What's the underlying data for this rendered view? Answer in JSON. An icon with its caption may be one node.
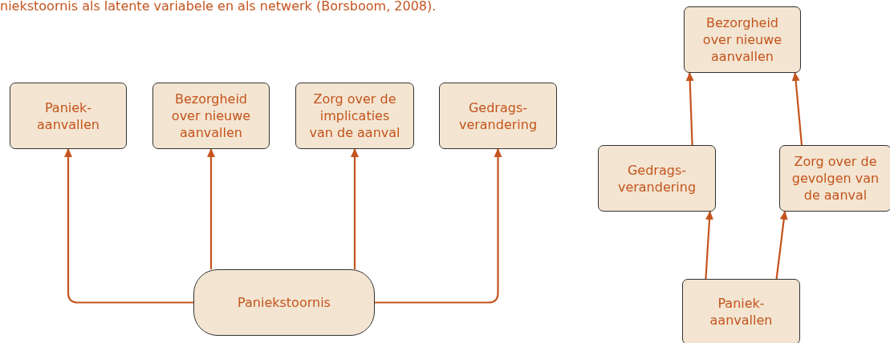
{
  "diagram": {
    "title": "niekstoornis als latente variabele en als netwerk (Borsboom, 2008).",
    "nodes": [
      {
        "text": [
          "Paniek- aanvallen"
        ]
      },
      {
        "text": [
          "Bezorgheid over nieuwe aanvallen"
        ]
      },
      {
        "text": [
          "Zorg over de implicaties van de aanval"
        ]
      },
      {
        "text": [
          "Gedrags- verandering"
        ]
      },
      {
        "text": [
          "Paniekstoornis"
        ]
      },
      {
        "text": [
          "Bezorgheid over nieuwe aanvallen"
        ]
      },
      {
        "text": [
          "Gedrags- verandering"
        ]
      },
      {
        "text": [
          "Zorg over de gevolgen van de aanval"
        ]
      },
      {
        "text": [
          "Paniek- aanvallen"
        ]
      }
    ],
    "edges": [
      {
        "from": 4,
        "to": 0,
        "arrow": "to"
      },
      {
        "from": 4,
        "to": 1,
        "arrow": "to"
      },
      {
        "from": 4,
        "to": 2,
        "arrow": "to"
      },
      {
        "from": 4,
        "to": 3,
        "arrow": "to"
      },
      {
        "from": 6,
        "to": 5,
        "arrow": "to"
      },
      {
        "from": 7,
        "to": 5,
        "arrow": "to"
      },
      {
        "from": 8,
        "to": 6,
        "arrow": "to"
      },
      {
        "from": 8,
        "to": 7,
        "arrow": "to"
      }
    ]
  }
}
